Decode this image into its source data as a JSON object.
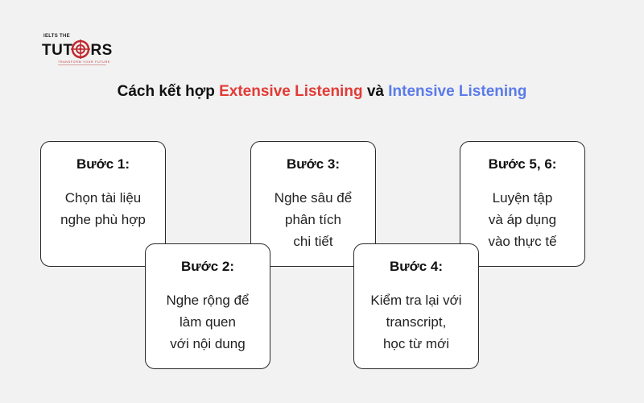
{
  "logo": {
    "small": "IELTS THE",
    "main_left": "TUT",
    "main_right": "RS",
    "tagline": "TRANSFORM YOUR FUTURE",
    "brand_color": "#c0292f"
  },
  "title": {
    "prefix": "Cách kết hợp",
    "extensive": "Extensive Listening",
    "connector": "và",
    "intensive": "Intensive Listening",
    "extensive_color": "#e23b36",
    "intensive_color": "#5b7be8"
  },
  "steps": [
    {
      "label": "Bước 1:",
      "lines": [
        "Chọn tài liệu",
        "nghe phù hợp"
      ]
    },
    {
      "label": "Bước 2:",
      "lines": [
        "Nghe rộng để",
        "làm quen",
        "với nội dung"
      ]
    },
    {
      "label": "Bước 3:",
      "lines": [
        "Nghe sâu để",
        "phân tích",
        "chi tiết"
      ]
    },
    {
      "label": "Bước 4:",
      "lines": [
        "Kiểm tra lại với",
        "transcript,",
        "học từ mới"
      ]
    },
    {
      "label": "Bước 5, 6:",
      "lines": [
        "Luyện tập",
        "và áp dụng",
        "vào thực tế"
      ]
    }
  ]
}
